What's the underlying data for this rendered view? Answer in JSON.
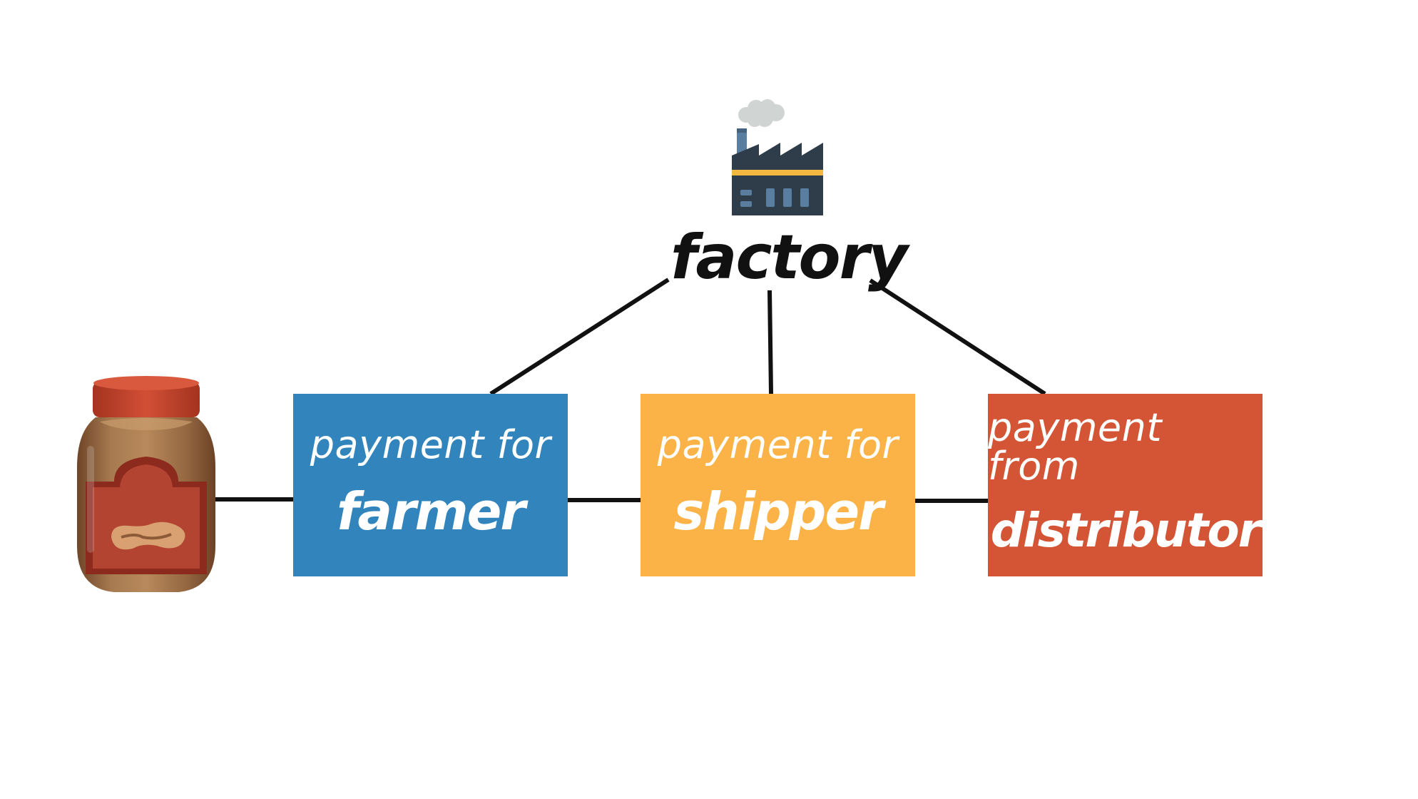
{
  "factory": {
    "label": "factory",
    "icon": "factory-icon"
  },
  "product": {
    "icon": "peanut-butter-jar-icon"
  },
  "boxes": [
    {
      "id": "farmer",
      "line1": "payment for",
      "line2": "farmer",
      "color": "#3184BC"
    },
    {
      "id": "shipper",
      "line1": "payment for",
      "line2": "shipper",
      "color": "#FBB347"
    },
    {
      "id": "distributor",
      "line1": "payment from",
      "line2": "distributor",
      "color": "#D45535"
    }
  ],
  "colors": {
    "connector": "#111111",
    "factory_body": "#2F3C49",
    "factory_stripe": "#F4B840",
    "factory_windows": "#5A7EA0",
    "smoke": "#D0D4D2",
    "jar_lid": "#C8452F",
    "jar_body": "#9A6A43"
  }
}
